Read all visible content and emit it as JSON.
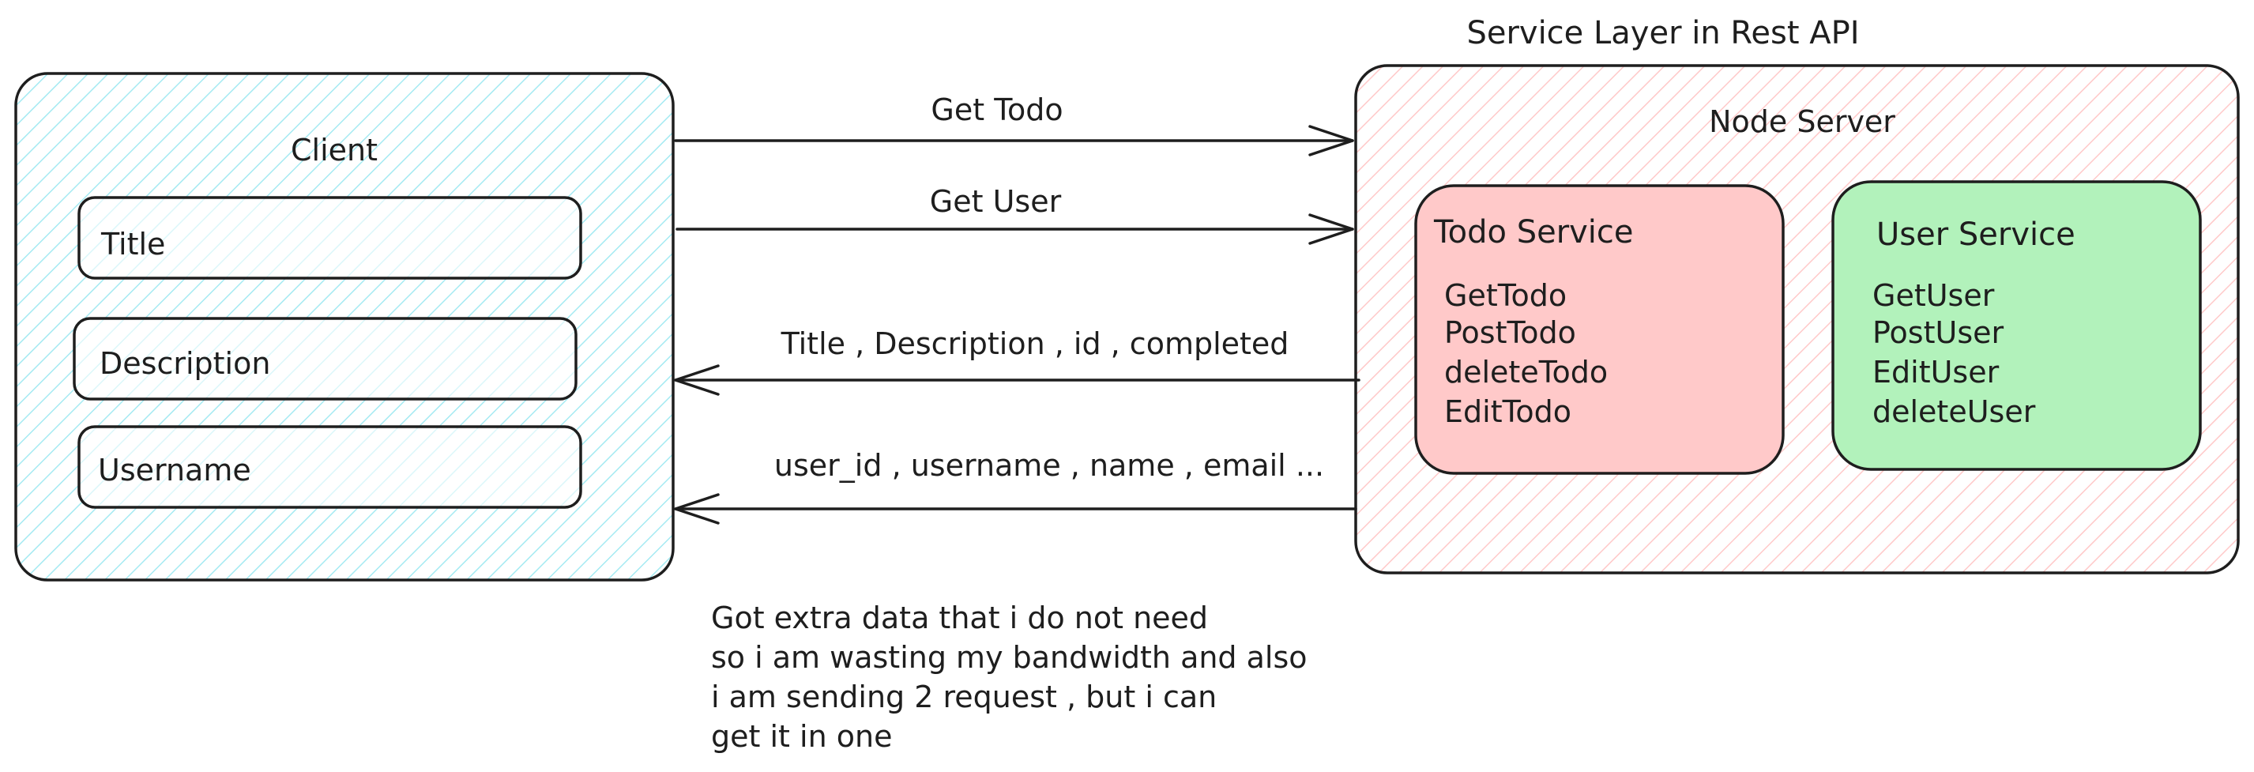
{
  "title": "Service Layer in Rest API",
  "client": {
    "label": "Client",
    "fields": [
      "Title",
      "Description",
      "Username"
    ]
  },
  "server": {
    "label": "Node Server",
    "todo_service": {
      "label": "Todo Service",
      "methods": [
        "GetTodo",
        "PostTodo",
        "deleteTodo",
        "EditTodo"
      ]
    },
    "user_service": {
      "label": "User Service",
      "methods": [
        "GetUser",
        "PostUser",
        "EditUser",
        "deleteUser"
      ]
    }
  },
  "requests": [
    "Get Todo",
    "Get User"
  ],
  "responses": [
    "Title , Description , id , completed",
    "user_id , username , name , email ..."
  ],
  "note": [
    "Got extra data that i do not need",
    "so i am wasting my bandwidth and also",
    "i am sending 2 request , but i can",
    "get it in one"
  ],
  "colors": {
    "client_fill": "#a5eaf2",
    "server_fill": "#ffc9c9",
    "todo_fill": "#ffc9c9",
    "user_fill": "#b2f2bb",
    "stroke": "#1e1e1e"
  }
}
